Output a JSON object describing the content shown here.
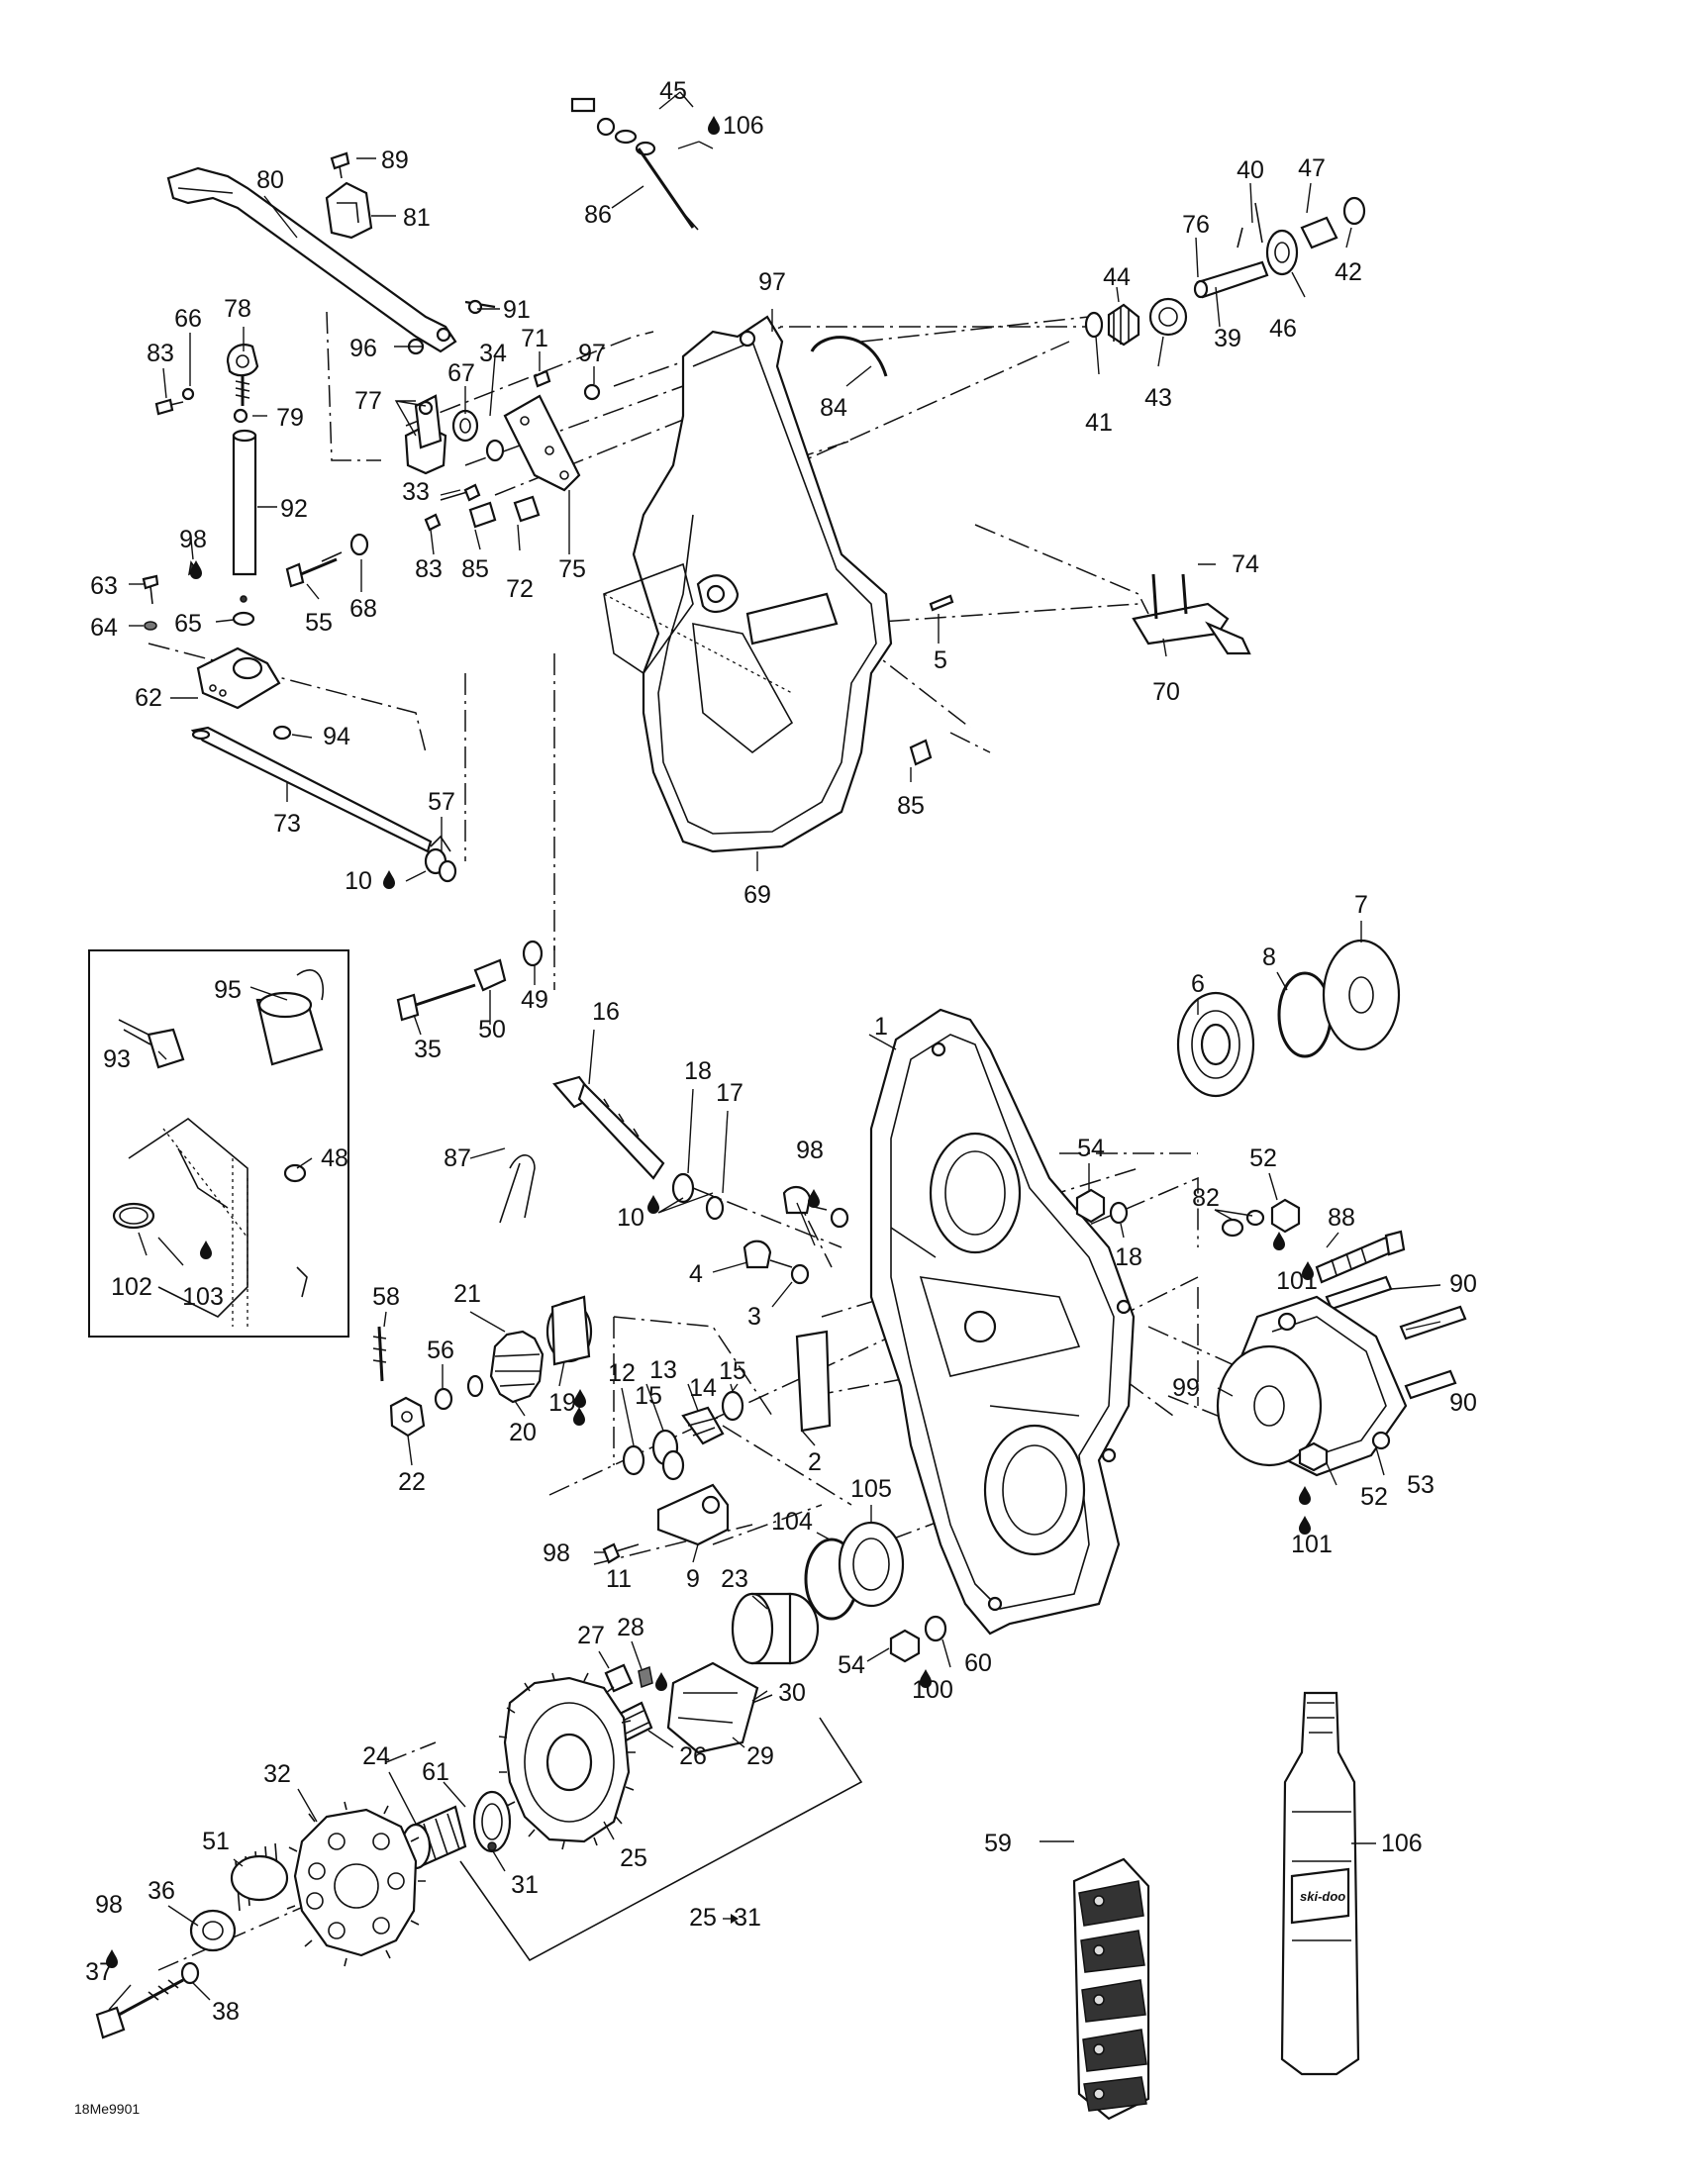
{
  "drawing_code": "18Me9901",
  "inset_box": {
    "label": "inset-detail"
  },
  "part_labels": [
    {
      "text": "45"
    },
    {
      "text": "106"
    },
    {
      "text": "86"
    },
    {
      "text": "89"
    },
    {
      "text": "80"
    },
    {
      "text": "81"
    },
    {
      "text": "91"
    },
    {
      "text": "66"
    },
    {
      "text": "78"
    },
    {
      "text": "83"
    },
    {
      "text": "96"
    },
    {
      "text": "71"
    },
    {
      "text": "34"
    },
    {
      "text": "97"
    },
    {
      "text": "67"
    },
    {
      "text": "77"
    },
    {
      "text": "79"
    },
    {
      "text": "92"
    },
    {
      "text": "33"
    },
    {
      "text": "83"
    },
    {
      "text": "85"
    },
    {
      "text": "72"
    },
    {
      "text": "75"
    },
    {
      "text": "98"
    },
    {
      "text": "63"
    },
    {
      "text": "55"
    },
    {
      "text": "68"
    },
    {
      "text": "64"
    },
    {
      "text": "65"
    },
    {
      "text": "62"
    },
    {
      "text": "94"
    },
    {
      "text": "73"
    },
    {
      "text": "57"
    },
    {
      "text": "10"
    },
    {
      "text": "97"
    },
    {
      "text": "84"
    },
    {
      "text": "69"
    },
    {
      "text": "85"
    },
    {
      "text": "5"
    },
    {
      "text": "40"
    },
    {
      "text": "47"
    },
    {
      "text": "76"
    },
    {
      "text": "42"
    },
    {
      "text": "44"
    },
    {
      "text": "46"
    },
    {
      "text": "39"
    },
    {
      "text": "41"
    },
    {
      "text": "43"
    },
    {
      "text": "74"
    },
    {
      "text": "70"
    },
    {
      "text": "95"
    },
    {
      "text": "93"
    },
    {
      "text": "48"
    },
    {
      "text": "102"
    },
    {
      "text": "103"
    },
    {
      "text": "35"
    },
    {
      "text": "50"
    },
    {
      "text": "49"
    },
    {
      "text": "16"
    },
    {
      "text": "18"
    },
    {
      "text": "17"
    },
    {
      "text": "87"
    },
    {
      "text": "10"
    },
    {
      "text": "98"
    },
    {
      "text": "4"
    },
    {
      "text": "3"
    },
    {
      "text": "1"
    },
    {
      "text": "6"
    },
    {
      "text": "8"
    },
    {
      "text": "7"
    },
    {
      "text": "88"
    },
    {
      "text": "54"
    },
    {
      "text": "52"
    },
    {
      "text": "18"
    },
    {
      "text": "82"
    },
    {
      "text": "101"
    },
    {
      "text": "90"
    },
    {
      "text": "90"
    },
    {
      "text": "99"
    },
    {
      "text": "53"
    },
    {
      "text": "52"
    },
    {
      "text": "101"
    },
    {
      "text": "58"
    },
    {
      "text": "21"
    },
    {
      "text": "56"
    },
    {
      "text": "19"
    },
    {
      "text": "20"
    },
    {
      "text": "22"
    },
    {
      "text": "12"
    },
    {
      "text": "13"
    },
    {
      "text": "14"
    },
    {
      "text": "15"
    },
    {
      "text": "15"
    },
    {
      "text": "2"
    },
    {
      "text": "98"
    },
    {
      "text": "11"
    },
    {
      "text": "9"
    },
    {
      "text": "105"
    },
    {
      "text": "104"
    },
    {
      "text": "23"
    },
    {
      "text": "54"
    },
    {
      "text": "100"
    },
    {
      "text": "60"
    },
    {
      "text": "27"
    },
    {
      "text": "28"
    },
    {
      "text": "30"
    },
    {
      "text": "29"
    },
    {
      "text": "26"
    },
    {
      "text": "61"
    },
    {
      "text": "24"
    },
    {
      "text": "32"
    },
    {
      "text": "25"
    },
    {
      "text": "31"
    },
    {
      "text": "25"
    },
    {
      "text": "31"
    },
    {
      "text": "51"
    },
    {
      "text": "98"
    },
    {
      "text": "36"
    },
    {
      "text": "37"
    },
    {
      "text": "38"
    },
    {
      "text": "59"
    },
    {
      "text": "106"
    }
  ],
  "oil_bottle": {
    "brand": "ski-doo"
  }
}
